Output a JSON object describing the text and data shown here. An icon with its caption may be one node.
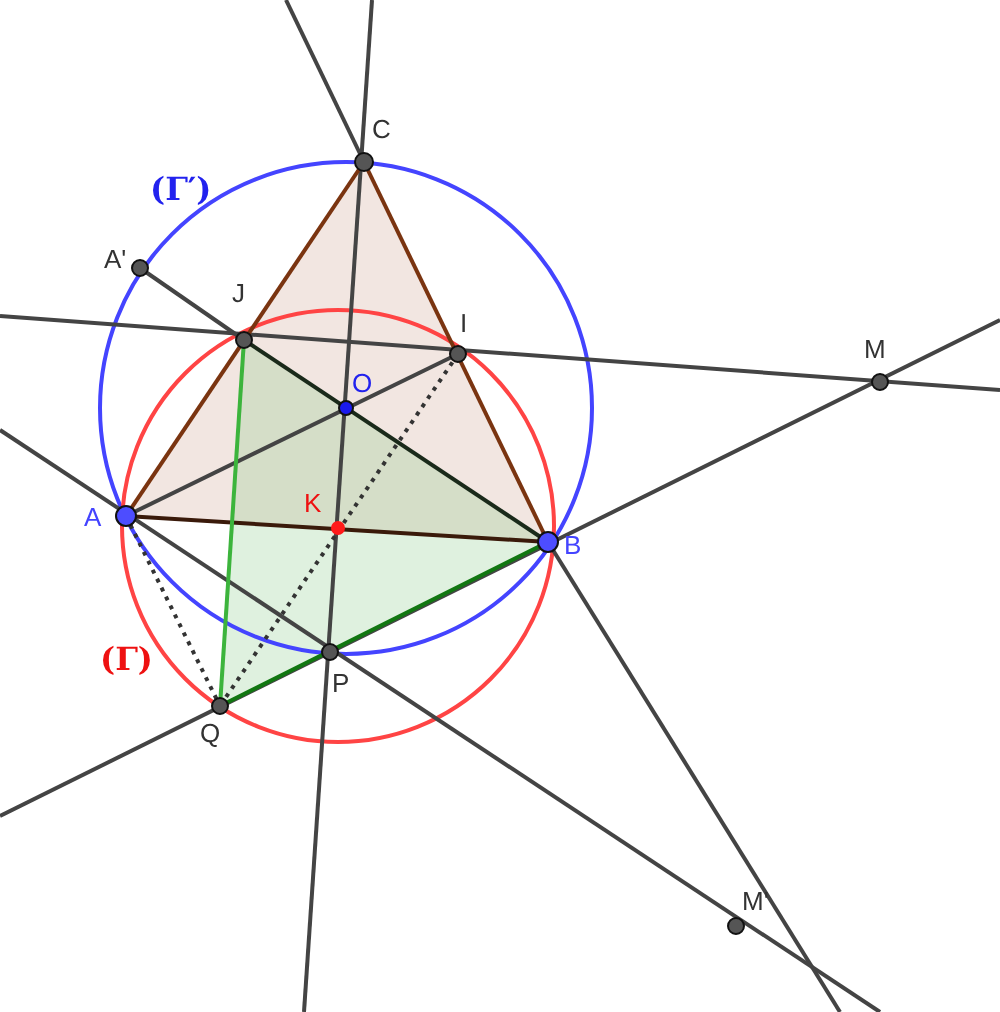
{
  "diagram": {
    "labels": [
      "C",
      "(Γ′)",
      "A'",
      "J",
      "I",
      "M",
      "O",
      "K",
      "A",
      "B",
      "(Γ)",
      "P",
      "Q",
      "M'"
    ]
  }
}
